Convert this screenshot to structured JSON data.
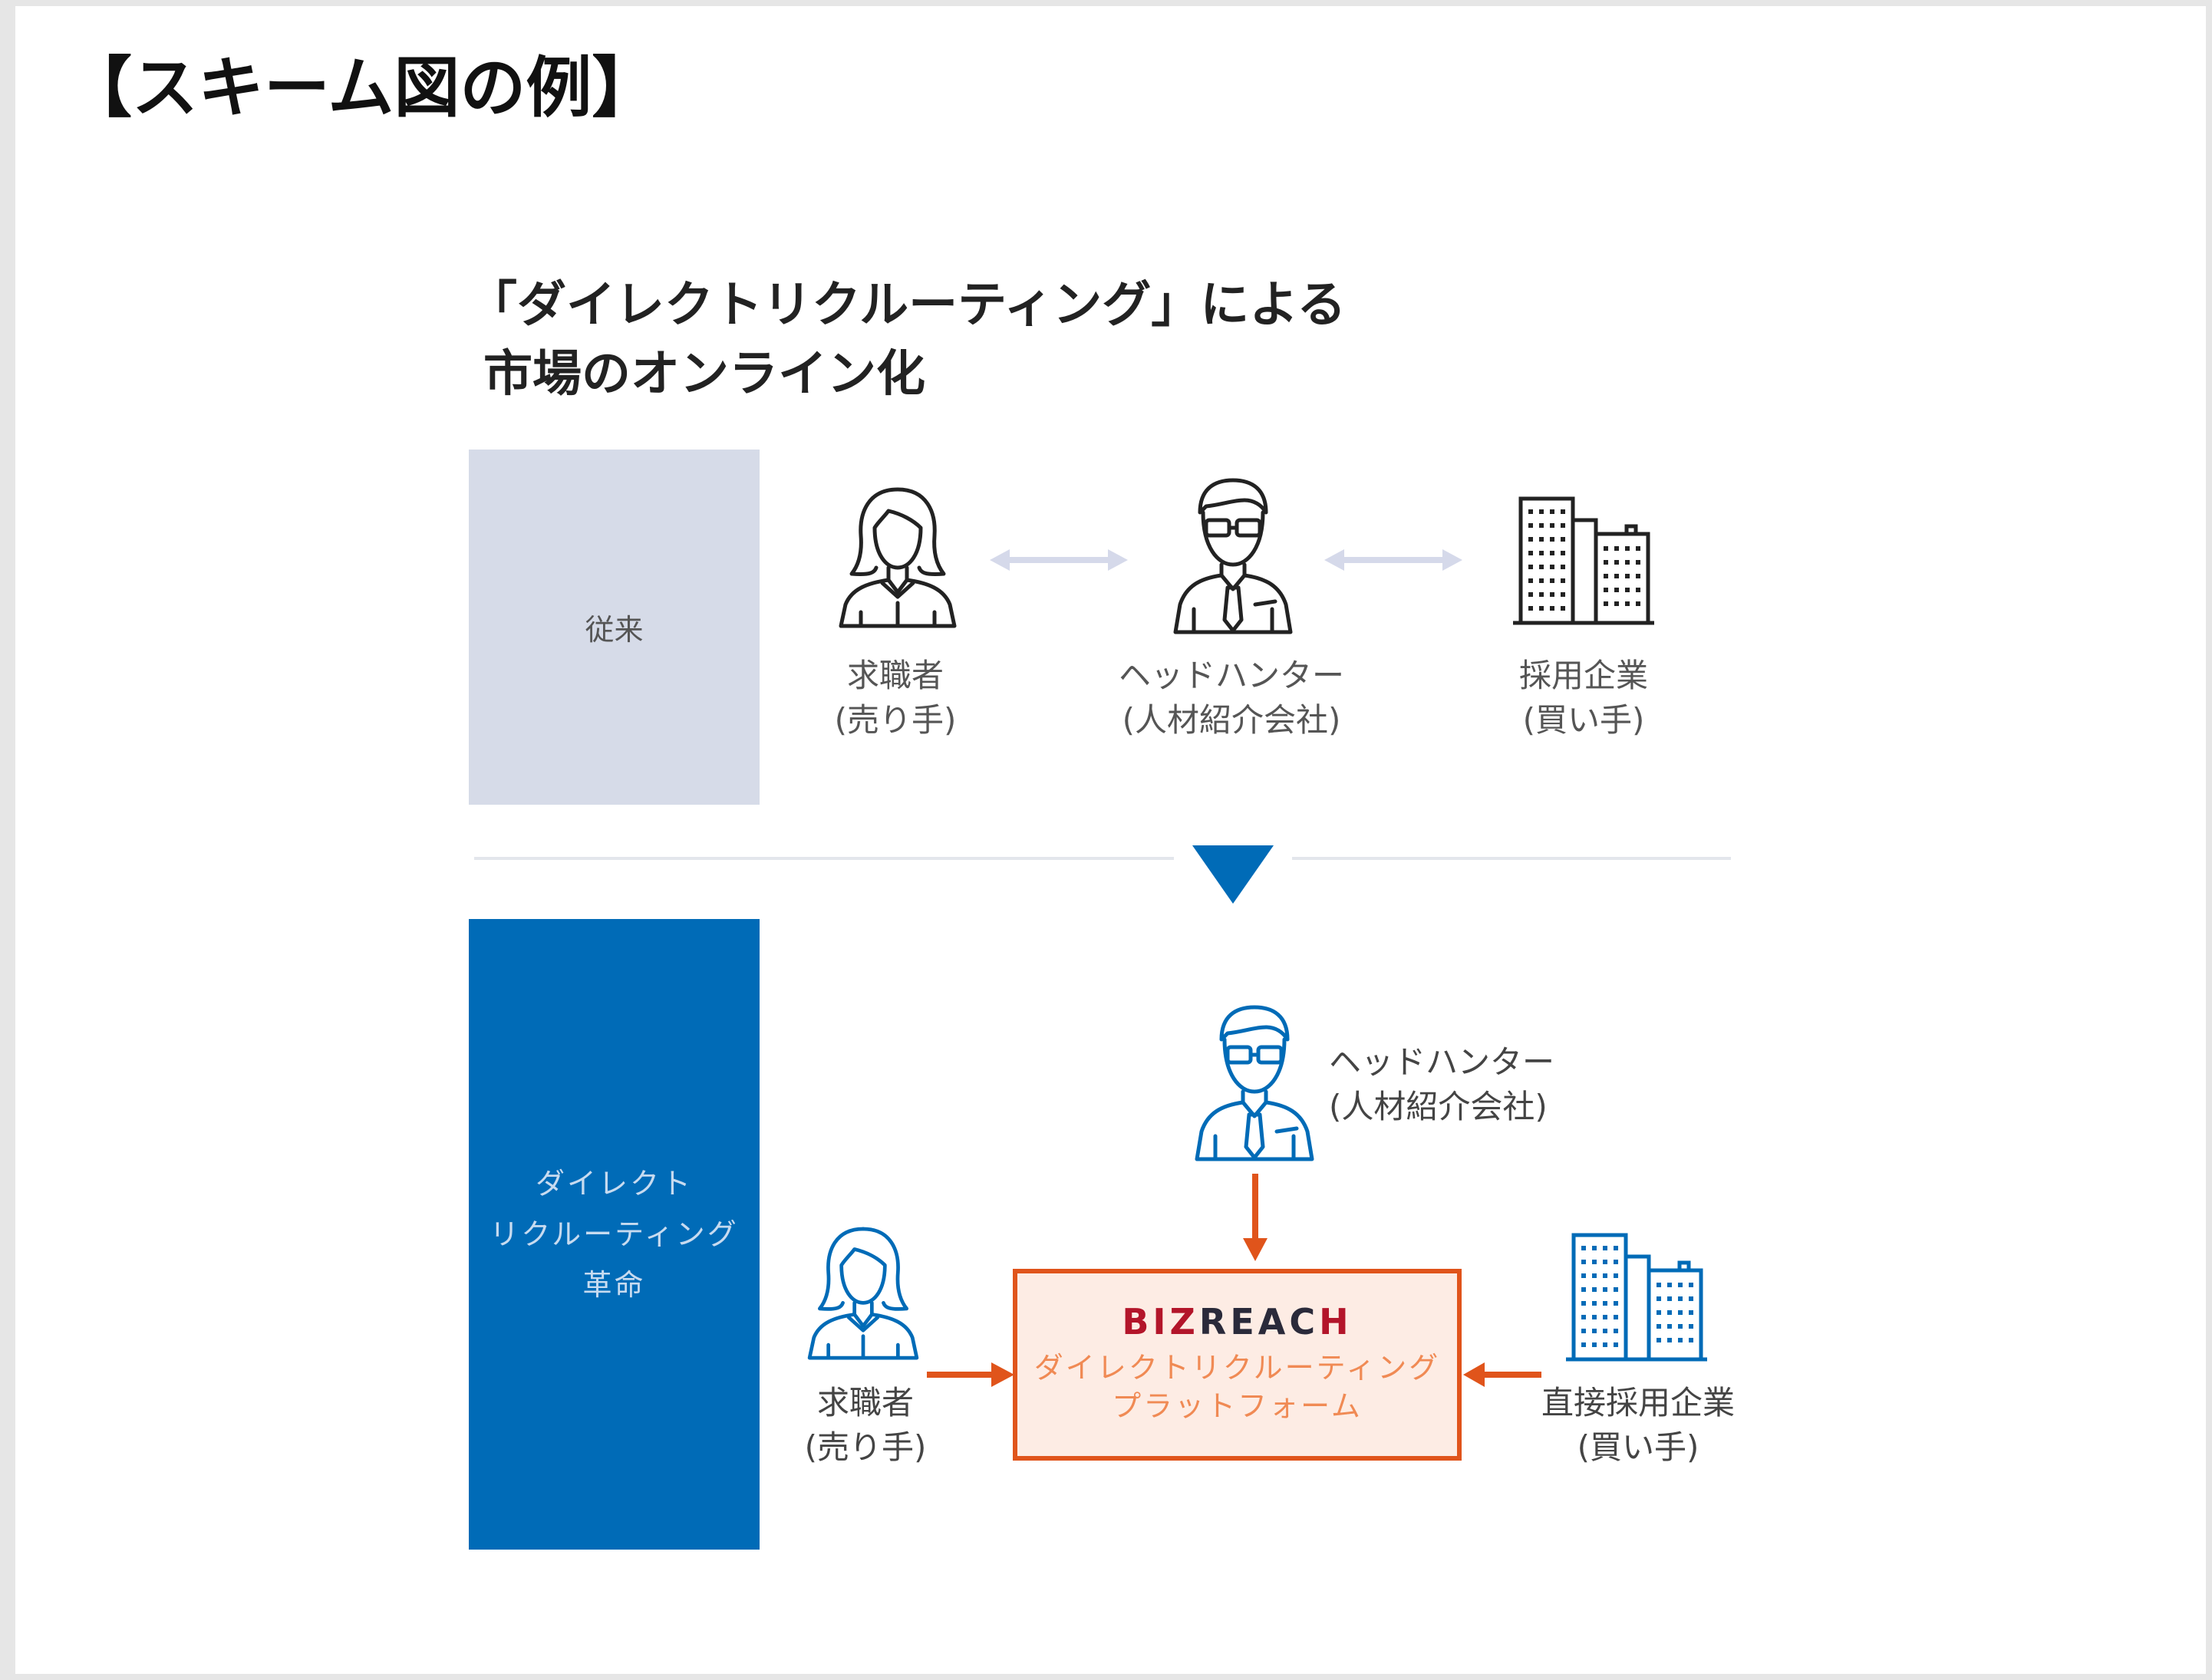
{
  "page_heading": "【スキーム図の例】",
  "diagram": {
    "title_line1": "「ダイレクトリクルーティング」による",
    "title_line2": "市場のオンライン化",
    "traditional": {
      "panel_label": "従来",
      "seller": {
        "line1": "求職者",
        "line2": "(売り手)"
      },
      "headhunter": {
        "line1": "ヘッドハンター",
        "line2": "(人材紹介会社)"
      },
      "buyer": {
        "line1": "採用企業",
        "line2": "(買い手)"
      }
    },
    "direct": {
      "panel_line1": "ダイレクト",
      "panel_line2": "リクルーティング",
      "panel_line3": "革命",
      "headhunter": {
        "line1": "ヘッドハンター",
        "line2": "(人材紹介会社)"
      },
      "seller": {
        "line1": "求職者",
        "line2": "(売り手)"
      },
      "buyer": {
        "line1": "直接採用企業",
        "line2": "(買い手)"
      },
      "platform": {
        "brand_part1": "BIZ",
        "brand_part2": "REAC",
        "brand_part3": "H",
        "line1": "ダイレクトリクルーティング",
        "line2": "プラットフォーム"
      }
    },
    "colors": {
      "accent_blue": "#006bb7",
      "accent_orange": "#e0541b",
      "panel_gray": "#d6dbe8",
      "arrow_lavender": "#d5d9ea"
    }
  }
}
